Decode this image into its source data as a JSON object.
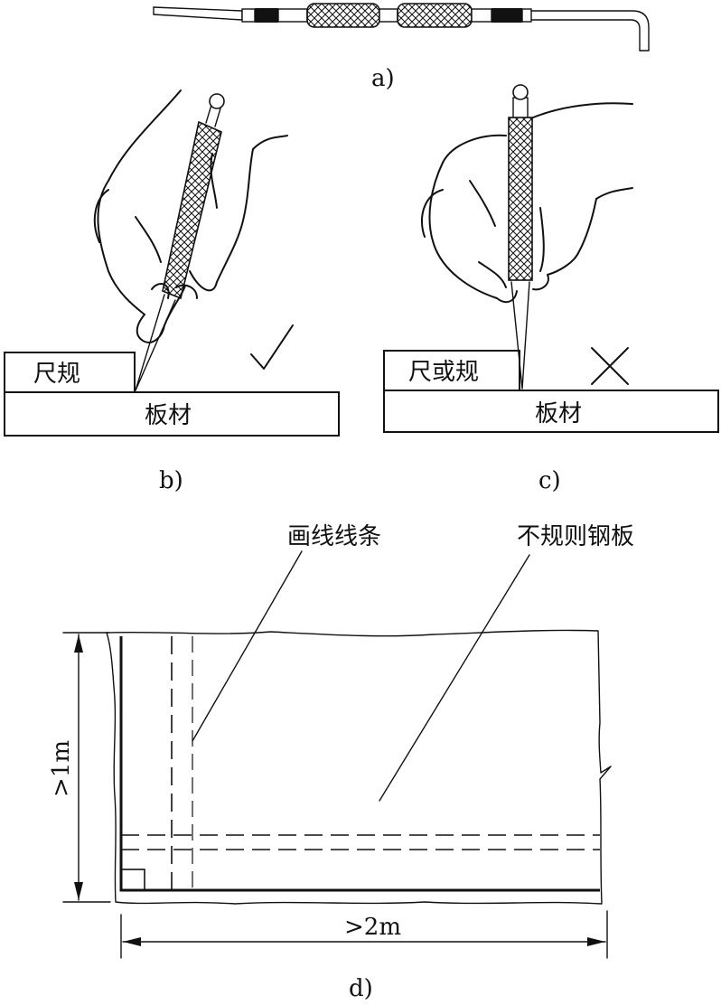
{
  "panels": {
    "a": {
      "caption": "a)"
    },
    "b": {
      "caption": "b)",
      "ruler_label": "尺规",
      "plate_label": "板材",
      "mark": "✓"
    },
    "c": {
      "caption": "c)",
      "ruler_label": "尺或规",
      "plate_label": "板材",
      "mark": "✕"
    },
    "d": {
      "caption": "d)",
      "callout_lines": "画线线条",
      "callout_plate": "不规则钢板",
      "dim_height": ">1m",
      "dim_width": ">2m"
    }
  }
}
